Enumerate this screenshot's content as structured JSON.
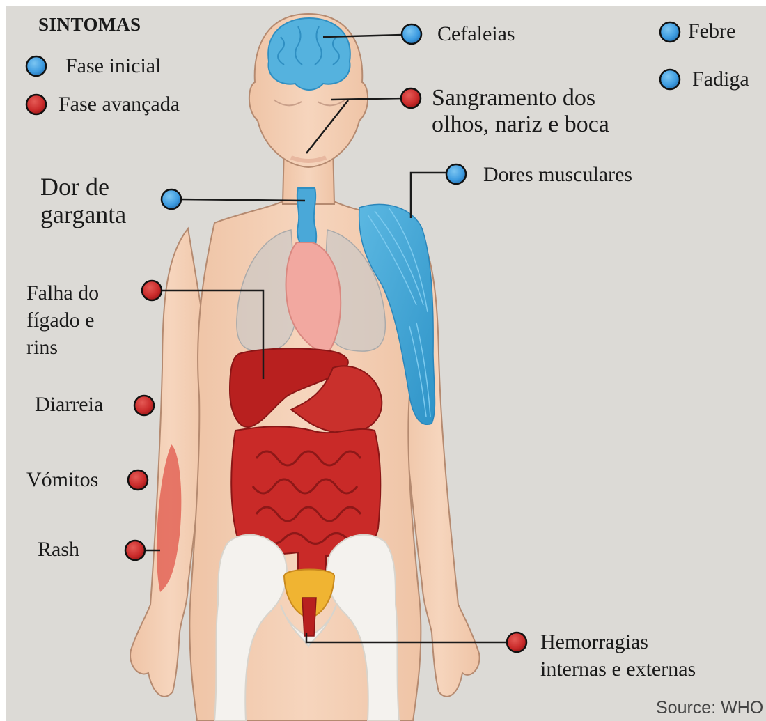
{
  "legend": {
    "title": "SINTOMAS",
    "items": [
      {
        "label": "Fase inicial",
        "color": "#3d9be0"
      },
      {
        "label": "Fase avançada",
        "color": "#c92a2a"
      }
    ]
  },
  "symptoms": [
    {
      "id": "cefaleias",
      "label": "Cefaleias",
      "phase": "inicial"
    },
    {
      "id": "febre",
      "label": "Febre",
      "phase": "inicial"
    },
    {
      "id": "fadiga",
      "label": "Fadiga",
      "phase": "inicial"
    },
    {
      "id": "sangramento",
      "label": "Sangramento dos\nolhos, nariz e boca",
      "phase": "avançada"
    },
    {
      "id": "dores",
      "label": "Dores musculares",
      "phase": "inicial"
    },
    {
      "id": "garganta",
      "label": "Dor de\ngarganta",
      "phase": "inicial"
    },
    {
      "id": "figado",
      "label": "Falha do\nfígado e\nrins",
      "phase": "avançada"
    },
    {
      "id": "diarreia",
      "label": "Diarreia",
      "phase": "avançada"
    },
    {
      "id": "vomitos",
      "label": "Vómitos",
      "phase": "avançada"
    },
    {
      "id": "rash",
      "label": "Rash",
      "phase": "avançada"
    },
    {
      "id": "hemorragias",
      "label": "Hemorragias\ninternas e externas",
      "phase": "avançada"
    }
  ],
  "source": "Source: WHO",
  "colors": {
    "background": "#dcdad6",
    "skin": "#f2cdb3",
    "skin_outline": "#b58a70",
    "organ_red": "#c0262a",
    "organ_blue": "#3aa3d6",
    "bone": "#f3f1ec",
    "bladder": "#f0b030"
  }
}
